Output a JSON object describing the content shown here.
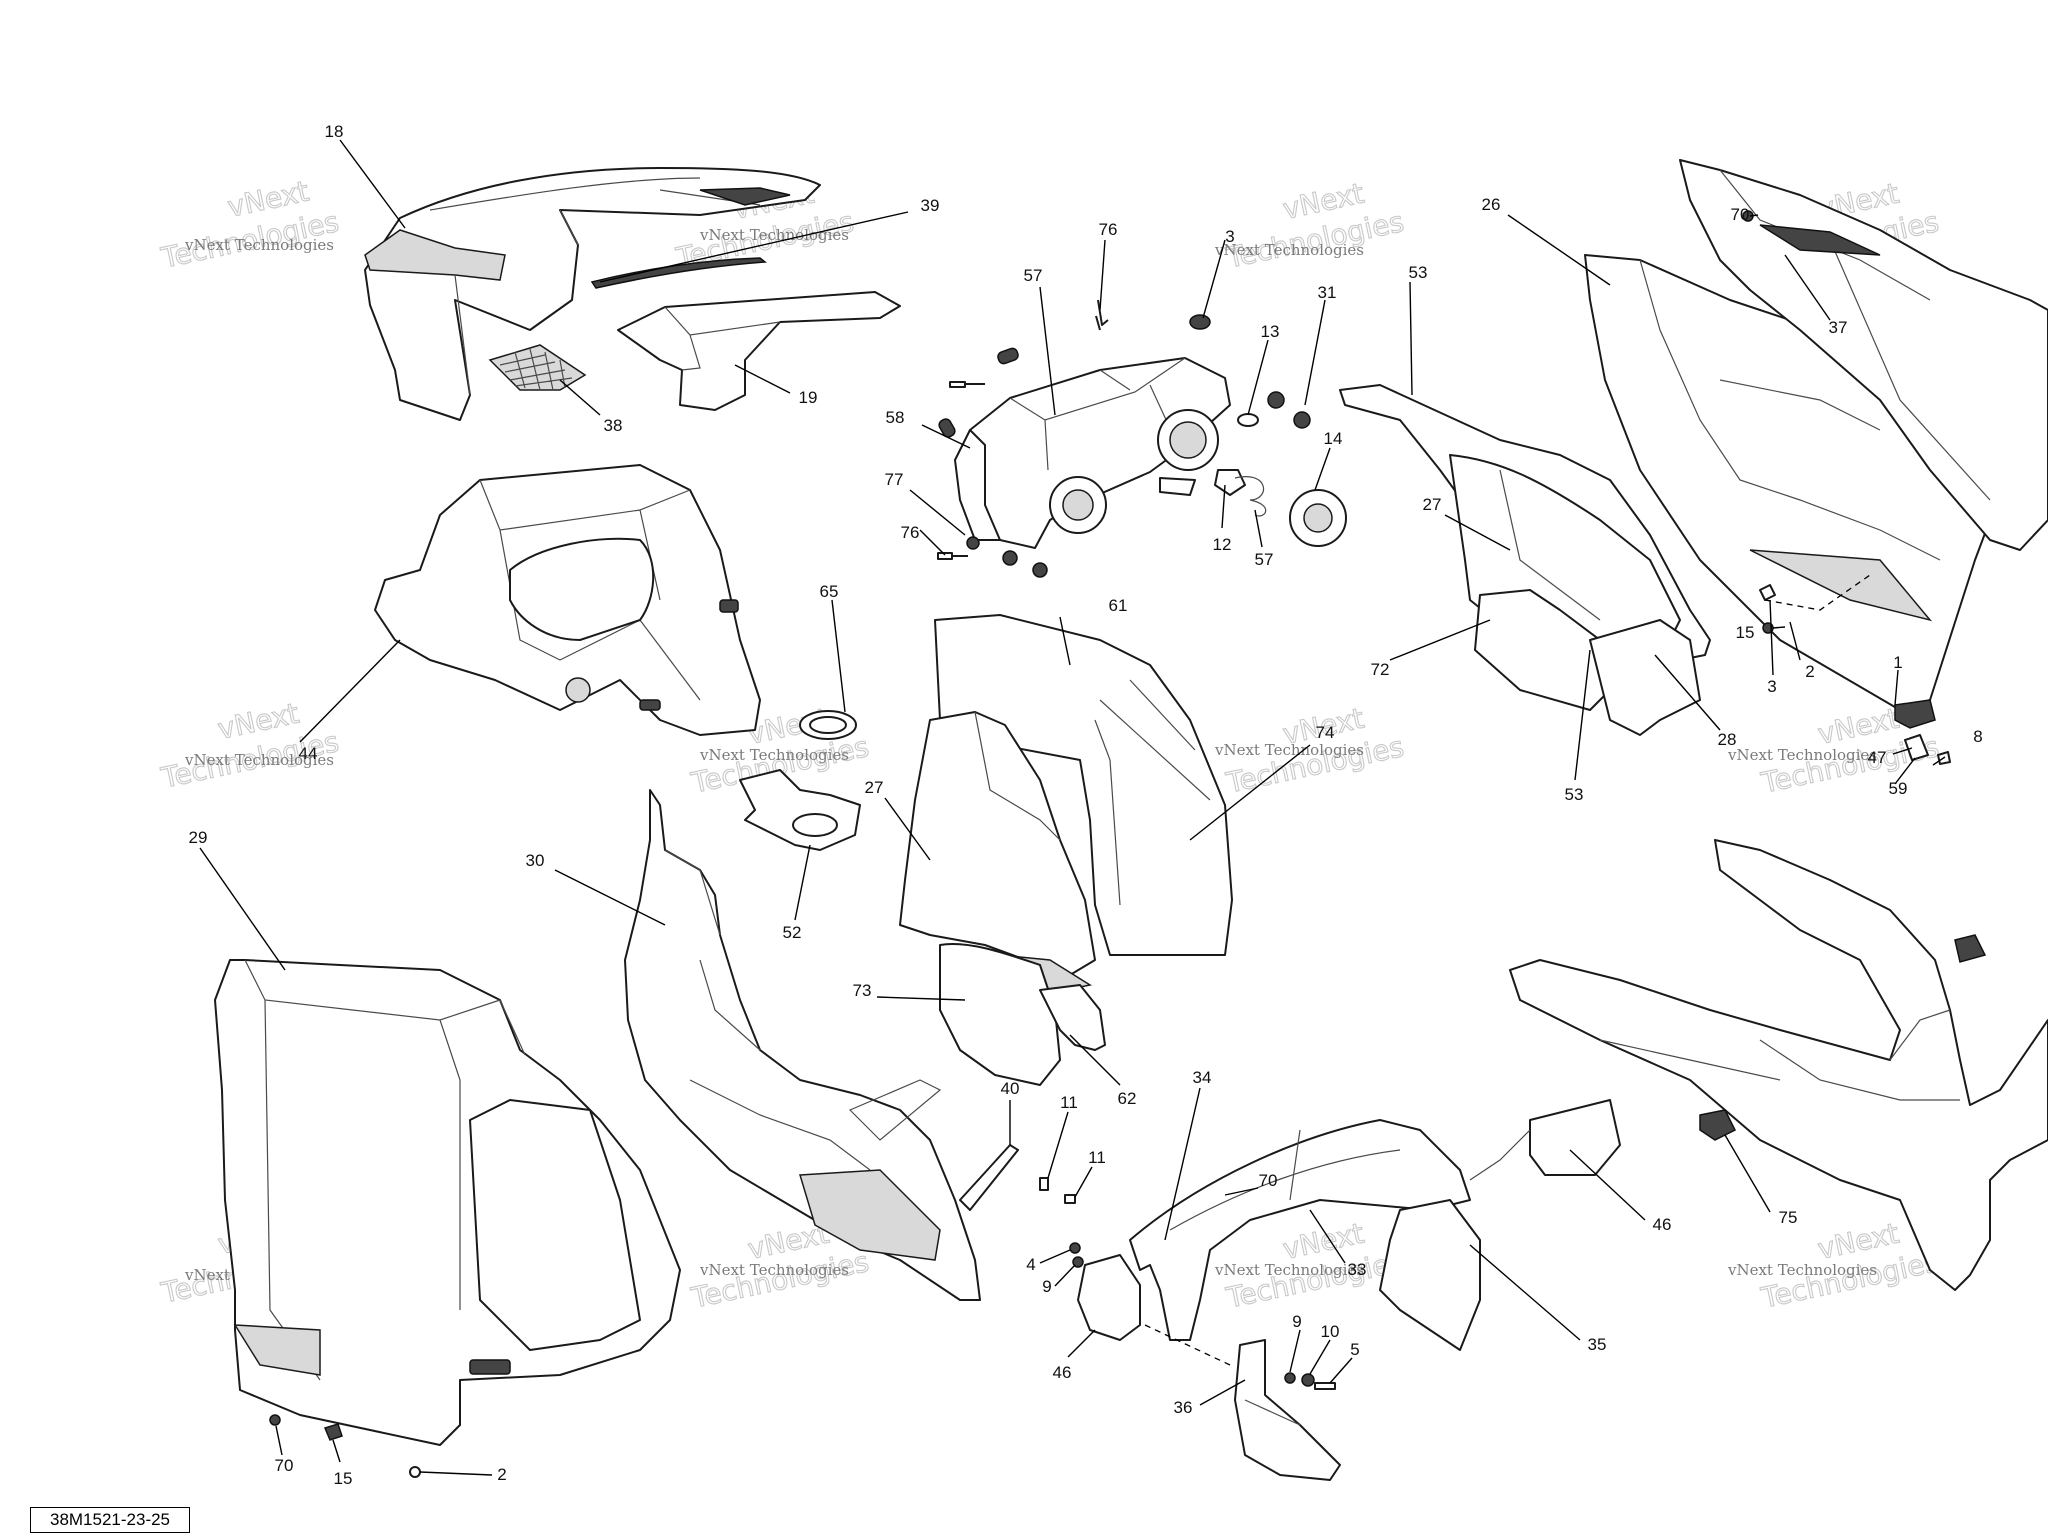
{
  "figure_id": "38M1521-23-25",
  "watermark": {
    "line1": "vNext Technologies",
    "line2": "vNext",
    "line3": "Technologies"
  },
  "parts": [
    {
      "key": "p18",
      "label": "18"
    },
    {
      "key": "p39",
      "label": "39"
    },
    {
      "key": "p19",
      "label": "19"
    },
    {
      "key": "p38",
      "label": "38"
    },
    {
      "key": "p76a",
      "label": "76"
    },
    {
      "key": "p57a",
      "label": "57"
    },
    {
      "key": "p3a",
      "label": "3"
    },
    {
      "key": "p13",
      "label": "13"
    },
    {
      "key": "p31",
      "label": "31"
    },
    {
      "key": "p58",
      "label": "58"
    },
    {
      "key": "p77",
      "label": "77"
    },
    {
      "key": "p76b",
      "label": "76"
    },
    {
      "key": "p12",
      "label": "12"
    },
    {
      "key": "p57b",
      "label": "57"
    },
    {
      "key": "p14",
      "label": "14"
    },
    {
      "key": "p53a",
      "label": "53"
    },
    {
      "key": "p26",
      "label": "26"
    },
    {
      "key": "p70a",
      "label": "70"
    },
    {
      "key": "p37",
      "label": "37"
    },
    {
      "key": "p27a",
      "label": "27"
    },
    {
      "key": "p72",
      "label": "72"
    },
    {
      "key": "p28",
      "label": "28"
    },
    {
      "key": "p53b",
      "label": "53"
    },
    {
      "key": "p15a",
      "label": "15"
    },
    {
      "key": "p3b",
      "label": "3"
    },
    {
      "key": "p2a",
      "label": "2"
    },
    {
      "key": "p1",
      "label": "1"
    },
    {
      "key": "p8",
      "label": "8"
    },
    {
      "key": "p47",
      "label": "47"
    },
    {
      "key": "p59",
      "label": "59"
    },
    {
      "key": "p44",
      "label": "44"
    },
    {
      "key": "p65",
      "label": "65"
    },
    {
      "key": "p61",
      "label": "61"
    },
    {
      "key": "p74",
      "label": "74"
    },
    {
      "key": "p27b",
      "label": "27"
    },
    {
      "key": "p52",
      "label": "52"
    },
    {
      "key": "p29",
      "label": "29"
    },
    {
      "key": "p30",
      "label": "30"
    },
    {
      "key": "p73",
      "label": "73"
    },
    {
      "key": "p62",
      "label": "62"
    },
    {
      "key": "p40",
      "label": "40"
    },
    {
      "key": "p11a",
      "label": "11"
    },
    {
      "key": "p11b",
      "label": "11"
    },
    {
      "key": "p34",
      "label": "34"
    },
    {
      "key": "p70b",
      "label": "70"
    },
    {
      "key": "p33",
      "label": "33"
    },
    {
      "key": "p46a",
      "label": "46"
    },
    {
      "key": "p75",
      "label": "75"
    },
    {
      "key": "p4",
      "label": "4"
    },
    {
      "key": "p9a",
      "label": "9"
    },
    {
      "key": "p46b",
      "label": "46"
    },
    {
      "key": "p9b",
      "label": "9"
    },
    {
      "key": "p10",
      "label": "10"
    },
    {
      "key": "p5",
      "label": "5"
    },
    {
      "key": "p35",
      "label": "35"
    },
    {
      "key": "p36",
      "label": "36"
    },
    {
      "key": "p70c",
      "label": "70"
    },
    {
      "key": "p15b",
      "label": "15"
    },
    {
      "key": "p2b",
      "label": "2"
    }
  ]
}
